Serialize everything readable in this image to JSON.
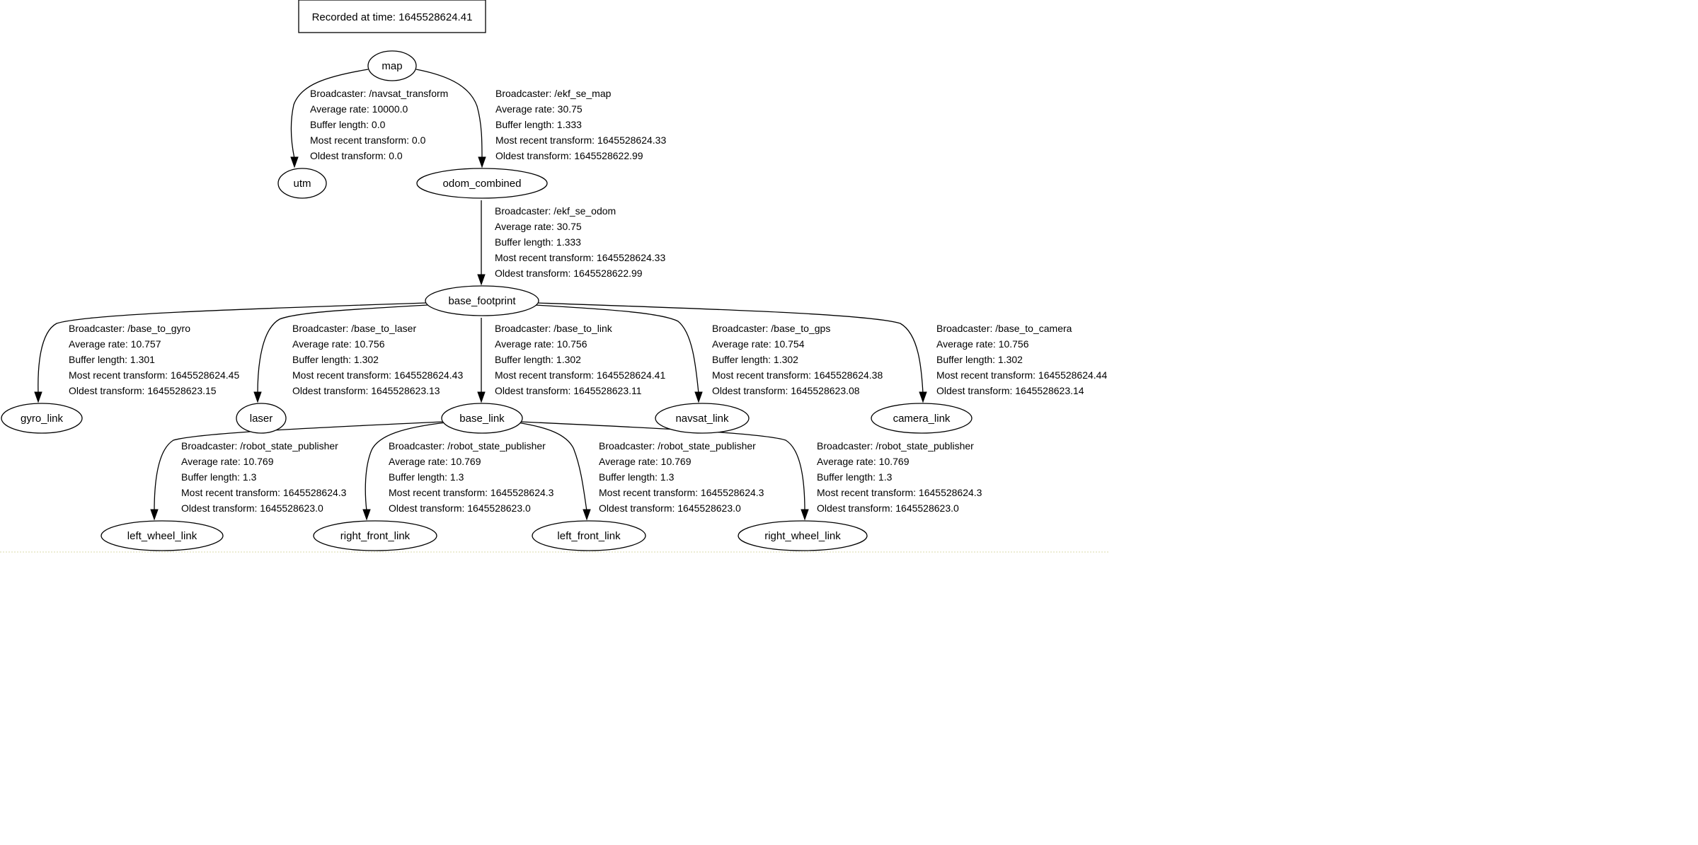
{
  "header": {
    "recorded_at": "Recorded at time: 1645528624.41"
  },
  "nodes": {
    "map": "map",
    "utm": "utm",
    "odom_combined": "odom_combined",
    "base_footprint": "base_footprint",
    "gyro_link": "gyro_link",
    "laser": "laser",
    "base_link": "base_link",
    "navsat_link": "navsat_link",
    "camera_link": "camera_link",
    "left_wheel_link": "left_wheel_link",
    "right_front_link": "right_front_link",
    "left_front_link": "left_front_link",
    "right_wheel_link": "right_wheel_link"
  },
  "edges": {
    "map_utm": {
      "broadcaster": "Broadcaster: /navsat_transform",
      "average_rate": "Average rate: 10000.0",
      "buffer_length": "Buffer length: 0.0",
      "most_recent": "Most recent transform: 0.0",
      "oldest": "Oldest transform: 0.0"
    },
    "map_odom": {
      "broadcaster": "Broadcaster: /ekf_se_map",
      "average_rate": "Average rate: 30.75",
      "buffer_length": "Buffer length: 1.333",
      "most_recent": "Most recent transform: 1645528624.33",
      "oldest": "Oldest transform: 1645528622.99"
    },
    "odom_base": {
      "broadcaster": "Broadcaster: /ekf_se_odom",
      "average_rate": "Average rate: 30.75",
      "buffer_length": "Buffer length: 1.333",
      "most_recent": "Most recent transform: 1645528624.33",
      "oldest": "Oldest transform: 1645528622.99"
    },
    "base_gyro": {
      "broadcaster": "Broadcaster: /base_to_gyro",
      "average_rate": "Average rate: 10.757",
      "buffer_length": "Buffer length: 1.301",
      "most_recent": "Most recent transform: 1645528624.45",
      "oldest": "Oldest transform: 1645528623.15"
    },
    "base_laser": {
      "broadcaster": "Broadcaster: /base_to_laser",
      "average_rate": "Average rate: 10.756",
      "buffer_length": "Buffer length: 1.302",
      "most_recent": "Most recent transform: 1645528624.43",
      "oldest": "Oldest transform: 1645528623.13"
    },
    "base_link": {
      "broadcaster": "Broadcaster: /base_to_link",
      "average_rate": "Average rate: 10.756",
      "buffer_length": "Buffer length: 1.302",
      "most_recent": "Most recent transform: 1645528624.41",
      "oldest": "Oldest transform: 1645528623.11"
    },
    "base_gps": {
      "broadcaster": "Broadcaster: /base_to_gps",
      "average_rate": "Average rate: 10.754",
      "buffer_length": "Buffer length: 1.302",
      "most_recent": "Most recent transform: 1645528624.38",
      "oldest": "Oldest transform: 1645528623.08"
    },
    "base_camera": {
      "broadcaster": "Broadcaster: /base_to_camera",
      "average_rate": "Average rate: 10.756",
      "buffer_length": "Buffer length: 1.302",
      "most_recent": "Most recent transform: 1645528624.44",
      "oldest": "Oldest transform: 1645528623.14"
    },
    "link_left_wheel": {
      "broadcaster": "Broadcaster: /robot_state_publisher",
      "average_rate": "Average rate: 10.769",
      "buffer_length": "Buffer length: 1.3",
      "most_recent": "Most recent transform: 1645528624.3",
      "oldest": "Oldest transform: 1645528623.0"
    },
    "link_right_front": {
      "broadcaster": "Broadcaster: /robot_state_publisher",
      "average_rate": "Average rate: 10.769",
      "buffer_length": "Buffer length: 1.3",
      "most_recent": "Most recent transform: 1645528624.3",
      "oldest": "Oldest transform: 1645528623.0"
    },
    "link_left_front": {
      "broadcaster": "Broadcaster: /robot_state_publisher",
      "average_rate": "Average rate: 10.769",
      "buffer_length": "Buffer length: 1.3",
      "most_recent": "Most recent transform: 1645528624.3",
      "oldest": "Oldest transform: 1645528623.0"
    },
    "link_right_wheel": {
      "broadcaster": "Broadcaster: /robot_state_publisher",
      "average_rate": "Average rate: 10.769",
      "buffer_length": "Buffer length: 1.3",
      "most_recent": "Most recent transform: 1645528624.3",
      "oldest": "Oldest transform: 1645528623.0"
    }
  }
}
